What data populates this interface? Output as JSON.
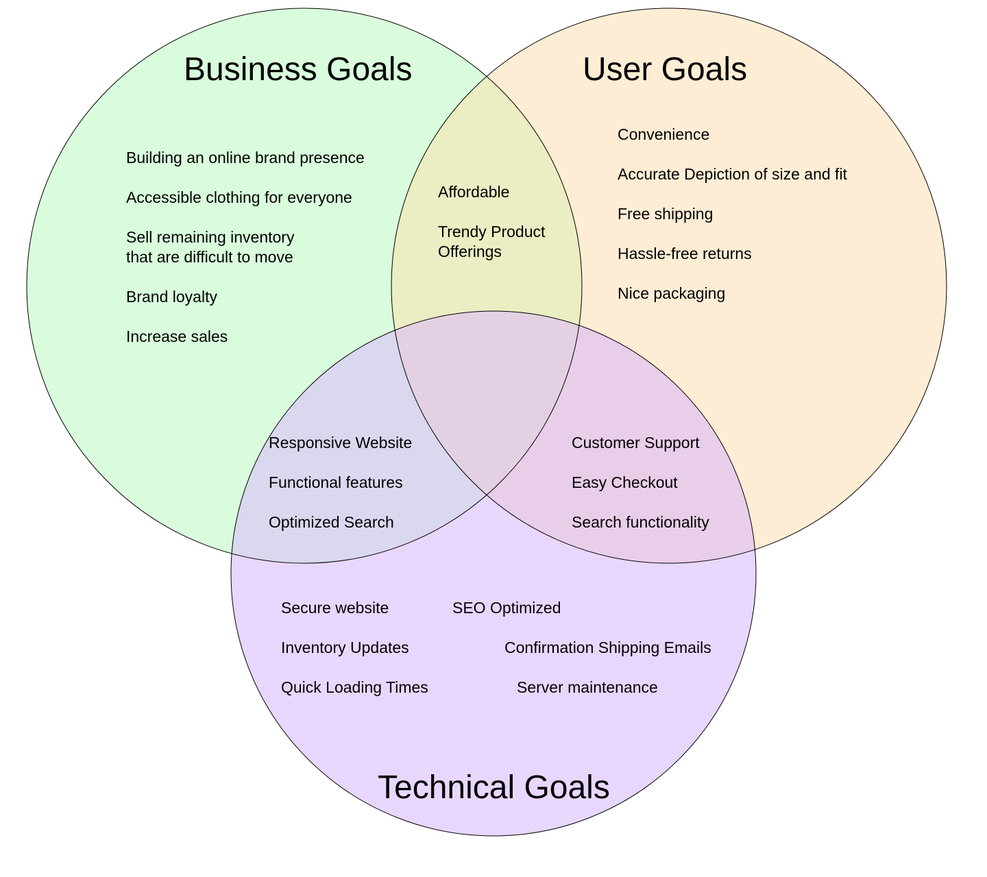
{
  "colors": {
    "business": "#d9fcdc",
    "user": "#feedd5",
    "technical": "#e8d7fd",
    "business_user": "#ebedc3",
    "business_technical": "#dad8ef",
    "user_technical": "#e9cee9",
    "center": "#e3d1e3",
    "outline": "#000000"
  },
  "titles": {
    "business": "Business Goals",
    "user": "User Goals",
    "technical": "Technical Goals"
  },
  "business_only": [
    "Building an online brand presence",
    "Accessible clothing for everyone",
    "Sell remaining inventory\nthat are difficult to move",
    "Brand loyalty",
    "Increase sales"
  ],
  "user_only": [
    "Convenience",
    "Accurate Depiction of size and fit",
    "Free shipping",
    "Hassle-free returns",
    "Nice packaging"
  ],
  "business_user": [
    "Affordable",
    "Trendy Product\nOfferings"
  ],
  "business_technical": [
    "Responsive Website",
    "Functional features",
    "Optimized Search"
  ],
  "user_technical": [
    "Customer Support",
    "Easy Checkout",
    "Search functionality"
  ],
  "technical_only": [
    "Secure website",
    "Inventory Updates",
    "Quick Loading Times",
    "SEO Optimized",
    "Confirmation Shipping Emails",
    "Server maintenance"
  ]
}
